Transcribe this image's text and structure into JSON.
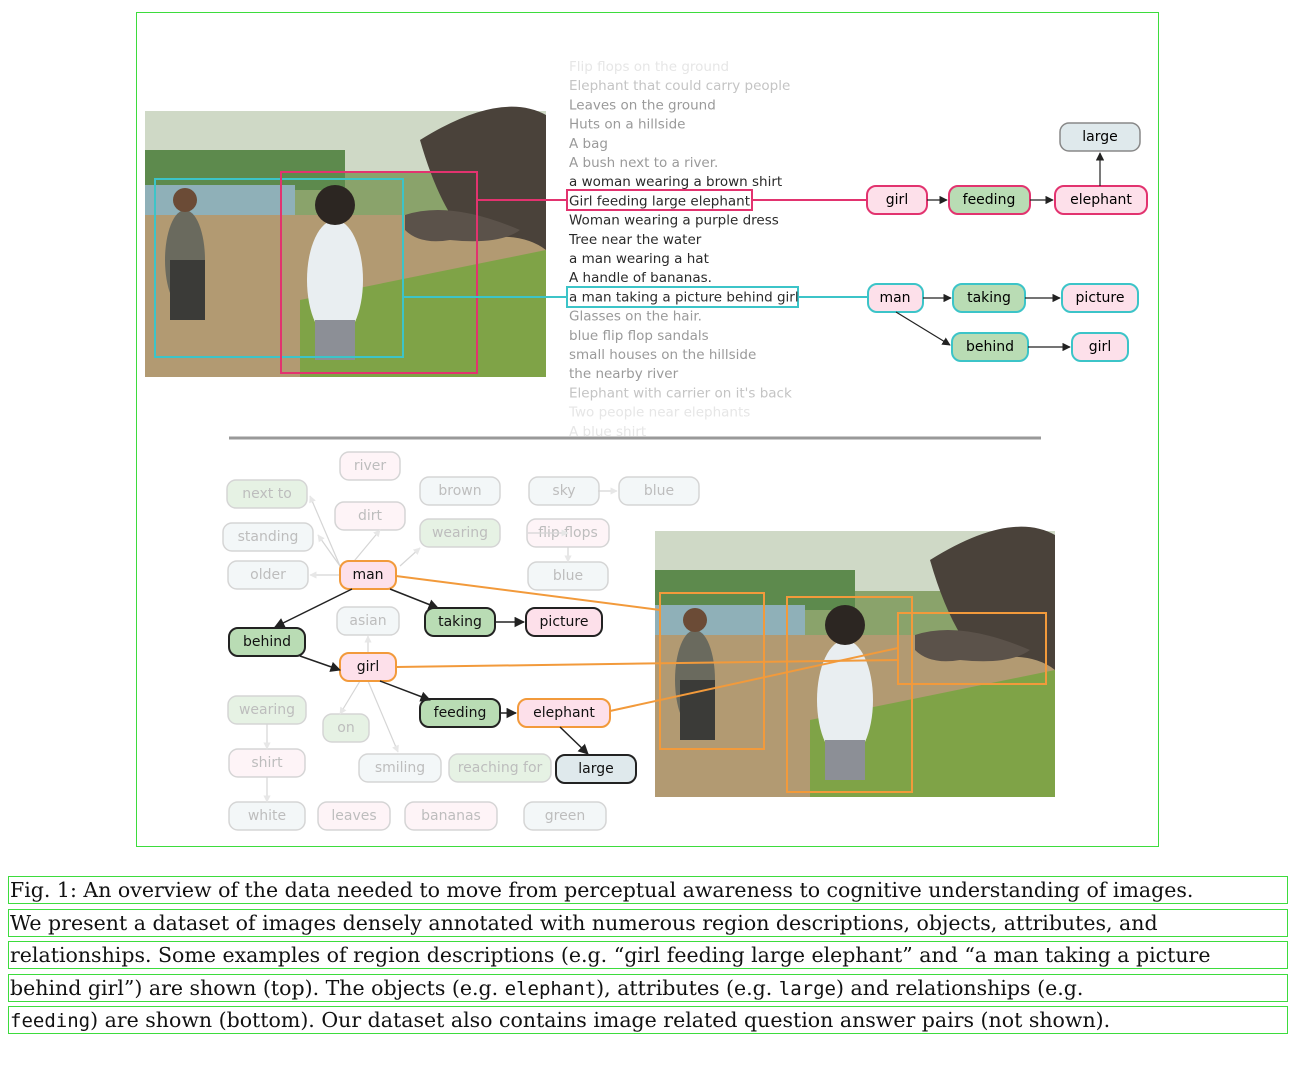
{
  "colors": {
    "pink": "#e2336f",
    "pink_fill": "#fde0ea",
    "green_fill": "#b9dcb4",
    "green_stroke": "#2e7d32",
    "teal": "#3cc4c8",
    "teal_fill": "#e6f4f6",
    "orange": "#f29a3b",
    "orange_fill": "#fde6ee",
    "gray_fill": "#dfe9ec",
    "dark": "#222222",
    "frame_green": "#3ddc3d"
  },
  "descriptions": [
    {
      "text": "Flip flops on the ground",
      "tone": "faint"
    },
    {
      "text": "Elephant that could carry people",
      "tone": "light"
    },
    {
      "text": "Leaves on the ground",
      "tone": "mid"
    },
    {
      "text": "Huts on a hillside",
      "tone": "mid"
    },
    {
      "text": "A bag",
      "tone": "mid"
    },
    {
      "text": "A bush next to a river.",
      "tone": "mid"
    },
    {
      "text": "a woman wearing a brown shirt",
      "tone": "dark"
    },
    {
      "text": "Girl feeding large elephant",
      "tone": "dark"
    },
    {
      "text": "Woman wearing a purple dress",
      "tone": "dark"
    },
    {
      "text": "Tree near the water",
      "tone": "dark"
    },
    {
      "text": "a man wearing a hat",
      "tone": "dark"
    },
    {
      "text": "A handle of bananas.",
      "tone": "dark"
    },
    {
      "text": "a man taking a picture behind girl",
      "tone": "dark"
    },
    {
      "text": "Glasses on the hair.",
      "tone": "mid"
    },
    {
      "text": "blue flip flop sandals",
      "tone": "mid"
    },
    {
      "text": "small houses on the hillside",
      "tone": "mid"
    },
    {
      "text": "the nearby river",
      "tone": "mid"
    },
    {
      "text": "Elephant with carrier on it's back",
      "tone": "light"
    },
    {
      "text": "Two people near elephants",
      "tone": "faint"
    },
    {
      "text": "A blue shirt",
      "tone": "faint"
    }
  ],
  "top_graph": {
    "row1": [
      "girl",
      "feeding",
      "elephant"
    ],
    "attr": "large",
    "row2": [
      "man",
      "taking",
      "picture"
    ],
    "row3": [
      "behind",
      "girl"
    ]
  },
  "bottom_graph": {
    "faded": [
      "river",
      "next to",
      "dirt",
      "brown",
      "sky",
      "blue",
      "standing",
      "wearing",
      "flip flops",
      "blue",
      "older",
      "asian",
      "wearing",
      "on",
      "shirt",
      "smiling",
      "reaching for",
      "white",
      "leaves",
      "bananas",
      "green"
    ],
    "man": "man",
    "taking": "taking",
    "picture": "picture",
    "behind": "behind",
    "girl": "girl",
    "feeding": "feeding",
    "elephant": "elephant",
    "large": "large"
  },
  "caption": {
    "line1": "Fig. 1: An overview of the data needed to move from perceptual awareness to cognitive understanding of images.",
    "line2": "We present a dataset of images densely annotated with numerous region descriptions, objects, attributes, and",
    "line3": "relationships. Some examples of region descriptions (e.g. “girl feeding large elephant” and “a man taking a picture",
    "line4a": "behind girl”) are shown (top). The objects (e.g. ",
    "line4b": "elephant",
    "line4c": "), attributes (e.g. ",
    "line4d": "large",
    "line4e": ") and relationships (e.g.",
    "line5a": "feeding",
    "line5b": ") are shown (bottom). Our dataset also contains image related question answer pairs (not shown)."
  }
}
